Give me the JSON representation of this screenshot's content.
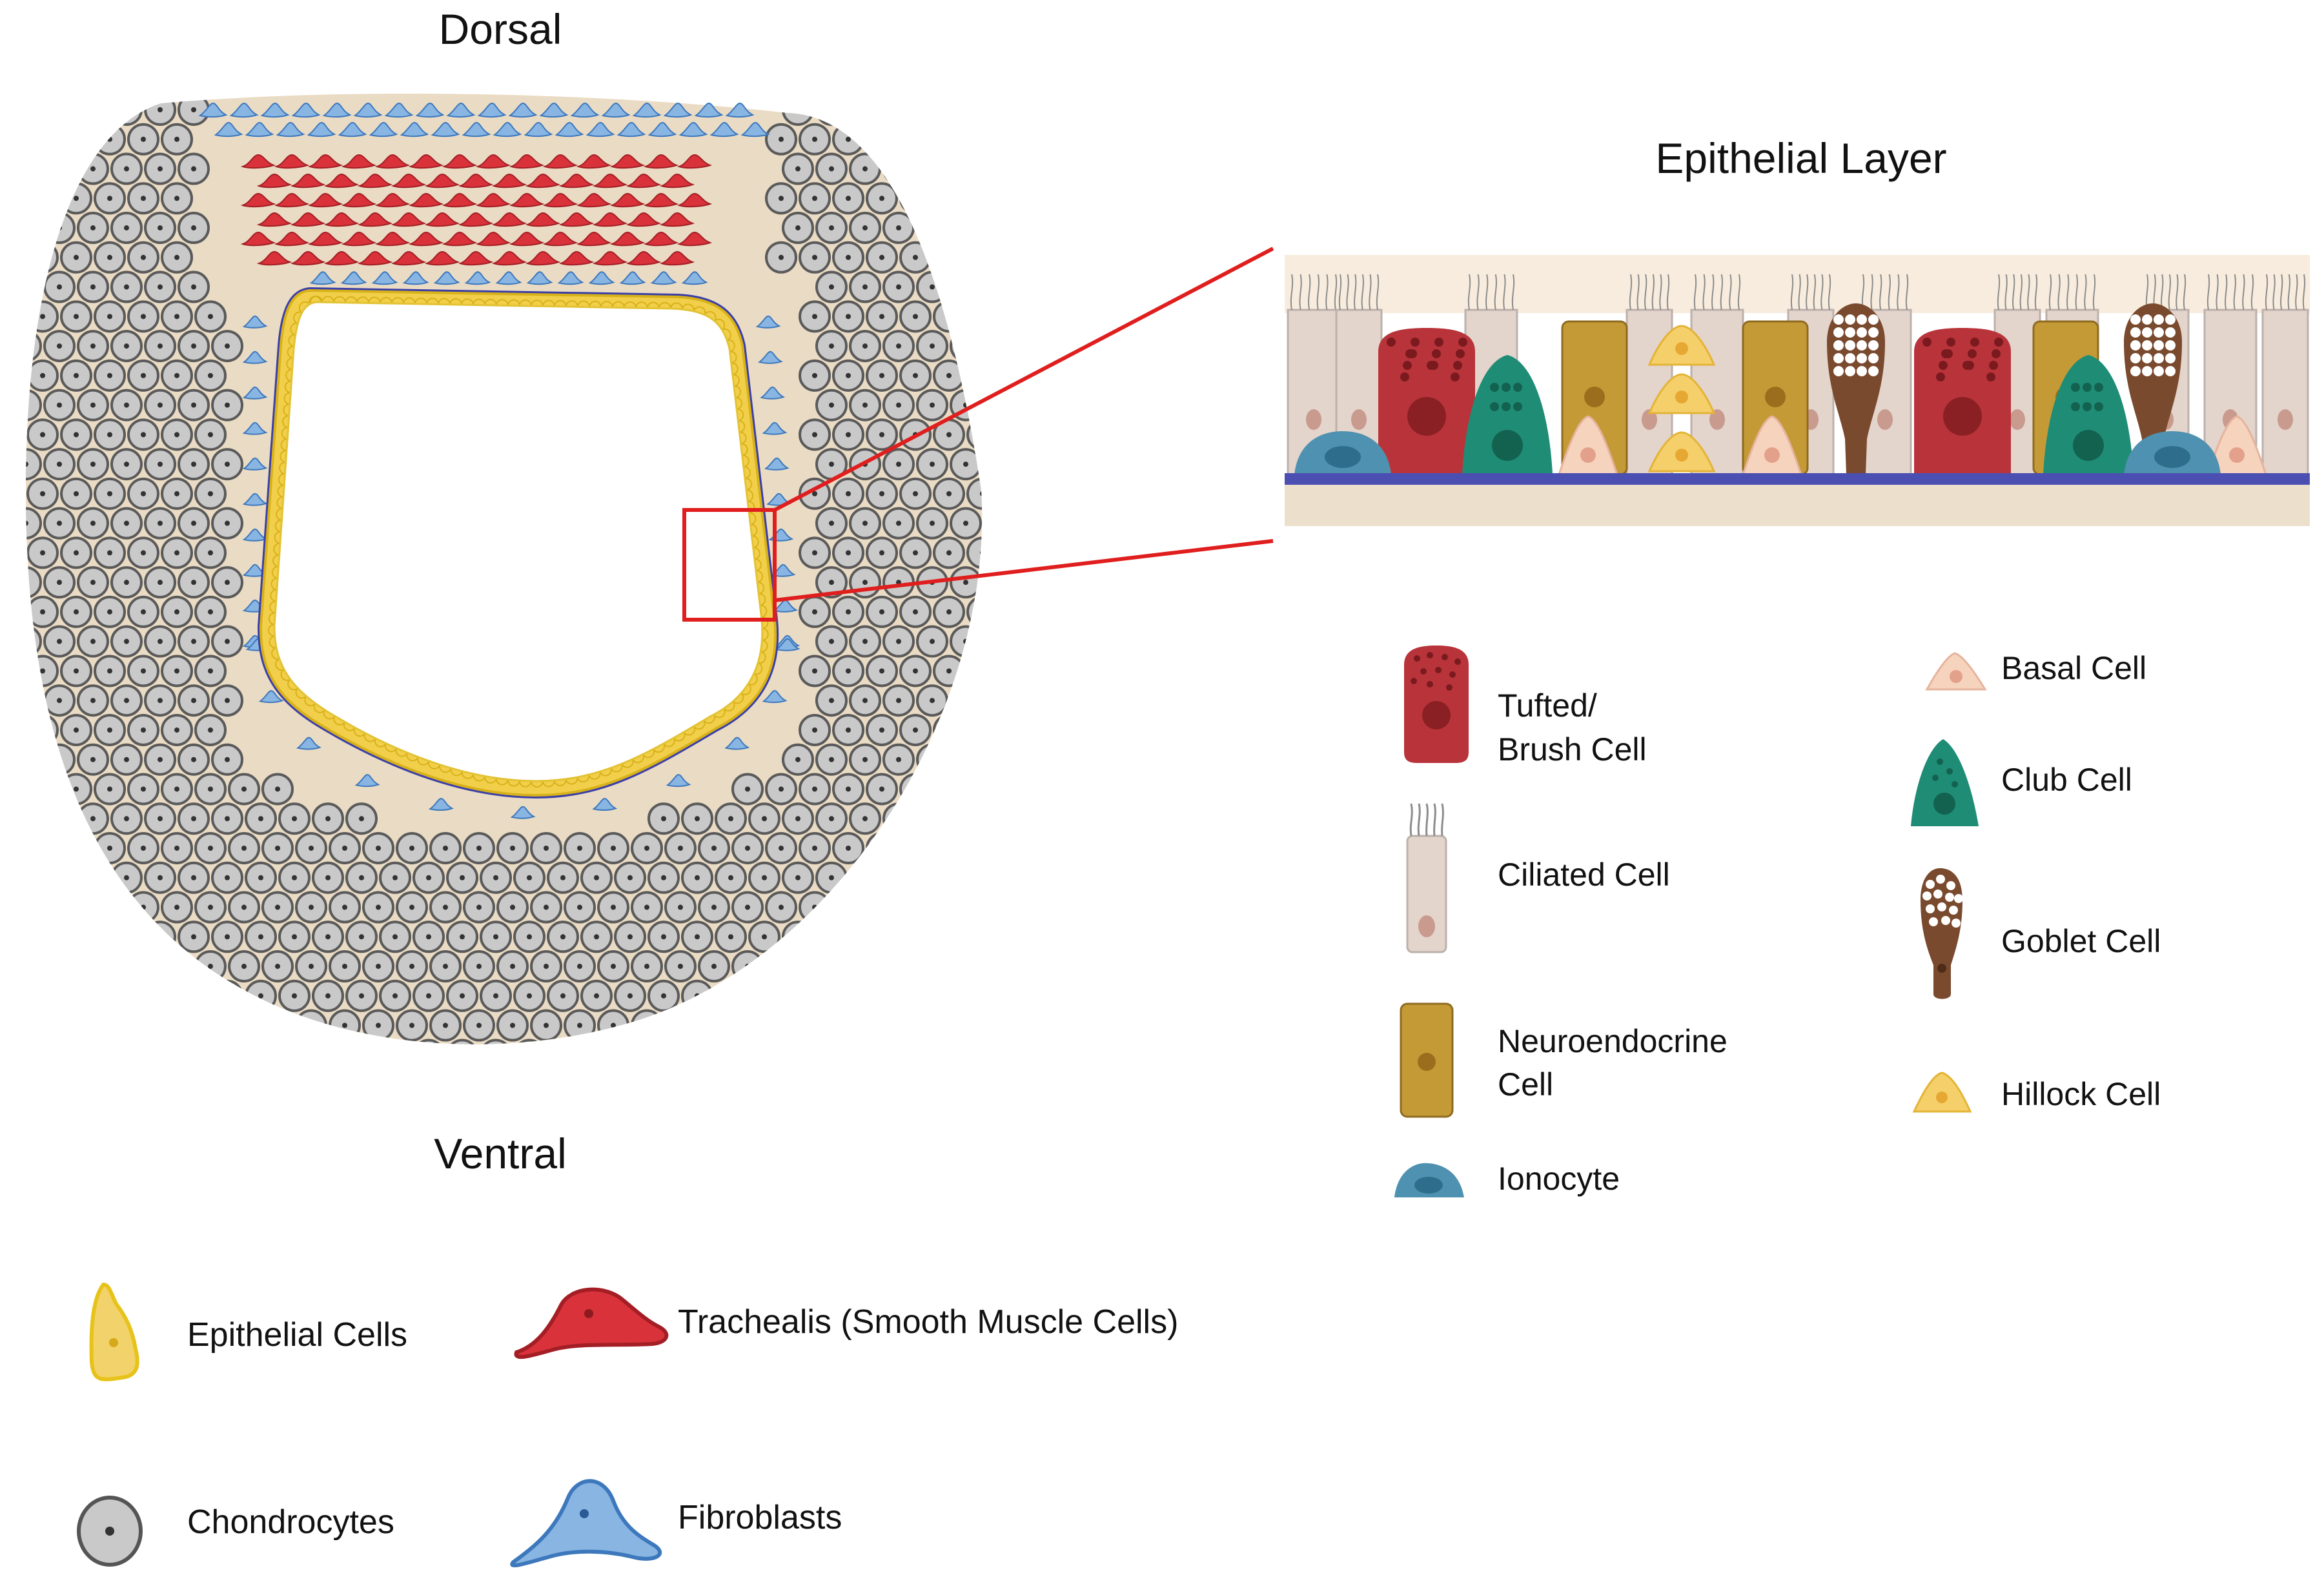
{
  "labels": {
    "dorsal": "Dorsal",
    "ventral": "Ventral",
    "epithelial_layer": "Epithelial Layer"
  },
  "trachea_legend": [
    {
      "id": "epithelial",
      "label": "Epithelial Cells",
      "icon": "epithelial-cell-icon"
    },
    {
      "id": "trachealis",
      "label": "Trachealis (Smooth Muscle Cells)",
      "icon": "smooth-muscle-cell-icon"
    },
    {
      "id": "chondrocytes",
      "label": "Chondrocytes",
      "icon": "chondrocyte-icon"
    },
    {
      "id": "fibroblasts",
      "label": "Fibroblasts",
      "icon": "fibroblast-icon"
    }
  ],
  "epithelial_legend": [
    {
      "id": "tufted",
      "lines": [
        "Tufted/",
        "Brush Cell"
      ],
      "icon": "tufted-brush-cell-icon"
    },
    {
      "id": "ciliated",
      "lines": [
        "Ciliated Cell"
      ],
      "icon": "ciliated-cell-icon"
    },
    {
      "id": "neuroendocrine",
      "lines": [
        "Neuroendocrine",
        "Cell"
      ],
      "icon": "neuroendocrine-cell-icon"
    },
    {
      "id": "ionocyte",
      "lines": [
        "Ionocyte"
      ],
      "icon": "ionocyte-icon"
    },
    {
      "id": "basal",
      "lines": [
        "Basal Cell"
      ],
      "icon": "basal-cell-icon"
    },
    {
      "id": "club",
      "lines": [
        "Club Cell"
      ],
      "icon": "club-cell-icon"
    },
    {
      "id": "goblet",
      "lines": [
        "Goblet Cell"
      ],
      "icon": "goblet-cell-icon"
    },
    {
      "id": "hillock",
      "lines": [
        "Hillock Cell"
      ],
      "icon": "hillock-cell-icon"
    }
  ],
  "colors": {
    "tissue": "#eadbc4",
    "chondrocyte": "#c9c9c9",
    "chondrocyte_stroke": "#5a5a5a",
    "smooth_muscle": "#d9323a",
    "fibroblast": "#88b5e2",
    "fibroblast_stroke": "#3d78bd",
    "epithelium": "#f2cf4a",
    "epithelium_stroke": "#d8b21a",
    "basement_membrane": "#3b3fa8",
    "zoom_box": "#e01e1e",
    "tufted": "#b8343a",
    "ciliated": "#e3d4cc",
    "neuroendocrine": "#c49a37",
    "ionocyte": "#4f91b0",
    "basal": "#f6d3bd",
    "club": "#1f8c76",
    "goblet": "#7a4a2e",
    "hillock": "#f5cf6a"
  }
}
